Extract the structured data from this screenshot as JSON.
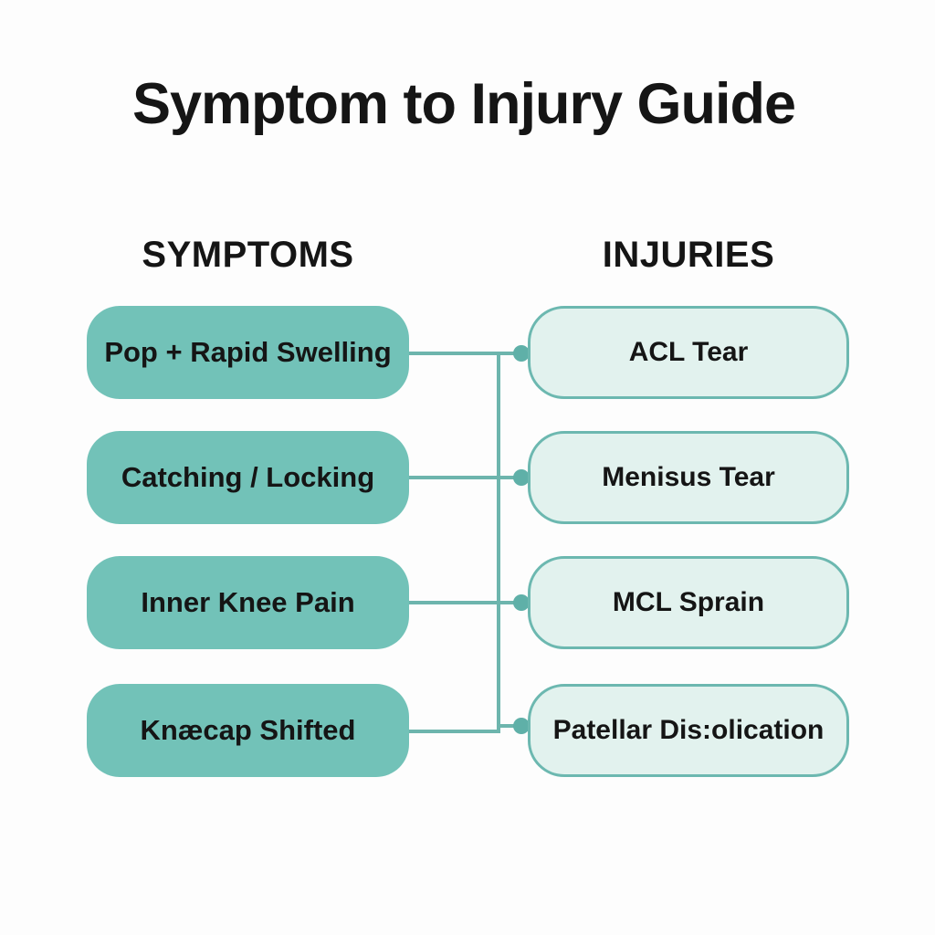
{
  "title": "Symptom to Injury Guide",
  "columns": {
    "symptoms": "SYMPTOMS",
    "injuries": "INJURIES"
  },
  "rows": [
    {
      "symptom": "Pop + Rapid Swelling",
      "injury": "ACL Tear"
    },
    {
      "symptom": "Catching / Locking",
      "injury": "Menisus Tear"
    },
    {
      "symptom": "Inner Knee Pain",
      "injury": "MCL Sprain"
    },
    {
      "symptom": "Knæcap Shifted",
      "injury": "Patellar Dis:olication"
    }
  ],
  "colors": {
    "background": "#fdfdfd",
    "text": "#151515",
    "symptom_fill": "#72c2b8",
    "injury_fill": "#e2f2ee",
    "injury_border": "#6cb8b0",
    "connector": "#6db5ad",
    "dot": "#5fb0a8"
  }
}
